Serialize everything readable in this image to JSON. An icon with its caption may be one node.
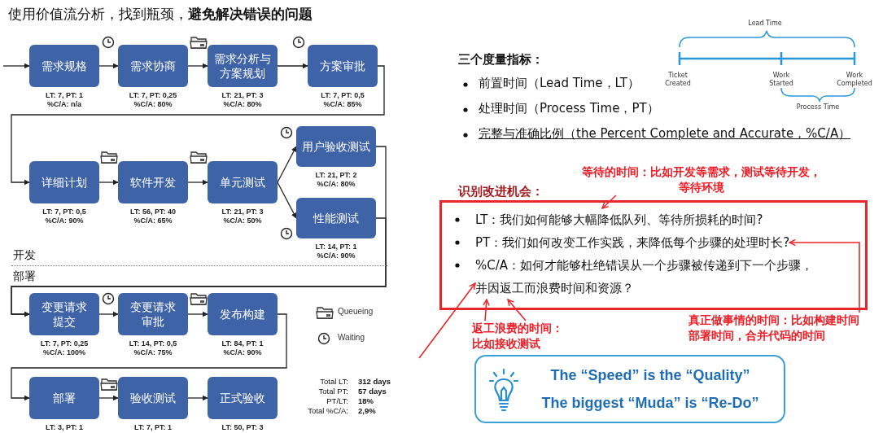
{
  "diagram": {
    "title": "使用价值流分析，找到瓶颈，**避免解决错误的问题**",
    "nodes": [
      {
        "text": [
          "需求规格"
        ],
        "beside": [
          "LT: 7, PT: 1",
          "%C/A: n/a"
        ]
      },
      {
        "text": [
          "需求协商"
        ],
        "beside": [
          "LT: 7, PT: 0,25",
          "%C/A: 80%"
        ]
      },
      {
        "text": [
          "需求分析与方案规划"
        ],
        "beside": [
          "LT: 21, PT: 3",
          "%C/A: 80%"
        ]
      },
      {
        "text": [
          "方案审批"
        ],
        "beside": [
          "LT: 7, PT: 0,5",
          "%C/A: 85%"
        ]
      },
      {
        "text": [
          "详细计划"
        ],
        "beside": [
          "LT: 7, PT: 0,5",
          "%C/A: 90%"
        ]
      },
      {
        "text": [
          "软件开发"
        ],
        "beside": [
          "LT: 56, PT: 40",
          "%C/A: 65%"
        ]
      },
      {
        "text": [
          "单元测试"
        ],
        "beside": [
          "LT: 21, PT: 3",
          "%C/A: 50%"
        ]
      },
      {
        "text": [
          "用户验收测试"
        ],
        "beside": [
          "LT: 21, PT: 2",
          "%C/A: 80%"
        ]
      },
      {
        "text": [
          "性能测试"
        ],
        "beside": [
          "LT: 14, PT: 1",
          "%C/A: 90%"
        ]
      },
      {
        "text": [
          "变更请求提交"
        ],
        "beside": [
          "LT: 7, PT: 0,25",
          "%C/A: 100%"
        ]
      },
      {
        "text": [
          "变更请求审批"
        ],
        "beside": [
          "LT: 14, PT: 0,5",
          "%C/A: 75%"
        ]
      },
      {
        "text": [
          "发布构建"
        ],
        "beside": [
          "LT: 84, PT: 1",
          "%C/A: 90%"
        ]
      },
      {
        "text": [
          "部署"
        ],
        "beside": [
          "LT: 3, PT: 1"
        ]
      },
      {
        "text": [
          "验收测试"
        ],
        "beside": [
          "LT: 7, PT: 1"
        ]
      },
      {
        "text": [
          "正式验收"
        ],
        "beside": [
          "LT: 50, PT: 3"
        ]
      },
      {
        "text": [],
        "shape": "box"
      },
      {
        "text": [
          "LT：我们如何能够大幅降低队列、等待所损耗的时间?"
        ],
        "in": 15
      },
      {
        "text": [
          "PT：我们如何改变工作实践，来降低每个步骤的处理时长?"
        ],
        "in": 15
      },
      {
        "text": [
          "%C/A：如何才能够杜绝错误从一个步骤被传递到下一个步骤，并因返工而浪费时间和资源？"
        ],
        "in": 15
      },
      {
        "text": [
          "等待的时间：比如开发等需求，测试等待开发，等待环境"
        ]
      },
      {
        "text": [
          "真正做事情的时间：比如构建时间部署时间，合并代码的时间"
        ]
      },
      {
        "text": [
          "返工浪费的时间：比如接收测试"
        ]
      },
      {
        "text": [
          "The “Speed” is the “Quality”",
          "The biggest “Muda” is “Re-Do”"
        ]
      }
    ],
    "edges": [
      {
        "from": null,
        "to": 0,
        "arrow": "to"
      },
      {
        "from": 0,
        "to": 1,
        "arrow": "to"
      },
      {
        "from": 1,
        "to": 2,
        "arrow": "to"
      },
      {
        "from": 2,
        "to": 3,
        "arrow": "to"
      },
      {
        "from": 3,
        "to": 4,
        "arrow": "to"
      },
      {
        "from": 4,
        "to": 5,
        "arrow": "to"
      },
      {
        "from": 5,
        "to": 6,
        "arrow": "to"
      },
      {
        "from": 6,
        "to": 7,
        "arrow": "to"
      },
      {
        "from": 6,
        "to": 8,
        "arrow": "to"
      },
      {
        "from": 7,
        "to": 9,
        "arrow": "to"
      },
      {
        "from": 8,
        "to": 9,
        "arrow": "to"
      },
      {
        "from": 9,
        "to": 10,
        "arrow": "to"
      },
      {
        "from": 10,
        "to": 11,
        "arrow": "to"
      },
      {
        "from": 11,
        "to": 12,
        "arrow": "to"
      },
      {
        "from": 12,
        "to": 13,
        "arrow": "to"
      },
      {
        "from": 13,
        "to": 14,
        "arrow": "to"
      },
      {
        "from": 19,
        "to": 16,
        "arrow": "to",
        "color": "#e8262c"
      },
      {
        "from": 20,
        "to": 17,
        "arrow": "to",
        "color": "#e8262c"
      },
      {
        "from": 21,
        "to": 18,
        "arrow": "to",
        "color": "#e8262c"
      },
      {
        "from": 21,
        "to": 18,
        "arrow": "to",
        "color": "#e8262c"
      },
      {
        "from": null,
        "to": 18,
        "arrow": "to",
        "color": "#e8262c"
      }
    ],
    "labels": [
      "开发",
      "部署",
      "Total LT:",
      "312 days",
      "Total PT:",
      "57 days",
      "PT/LT:",
      "18%",
      "Total %C/A:",
      "2,9%",
      "Lead Time",
      "三个度量指标：",
      "前置时间（Lead Time，LT）",
      "Ticket Created",
      "Work Started",
      "Work Completed",
      "处理时间（Process Time，PT）",
      "Process Time",
      "完整与准确比例（the Percent Complete and Accurate，%C/A）",
      "识别改进机会："
    ],
    "legend": [
      {
        "text": "Queueing"
      },
      {
        "text": "Waiting"
      }
    ]
  }
}
